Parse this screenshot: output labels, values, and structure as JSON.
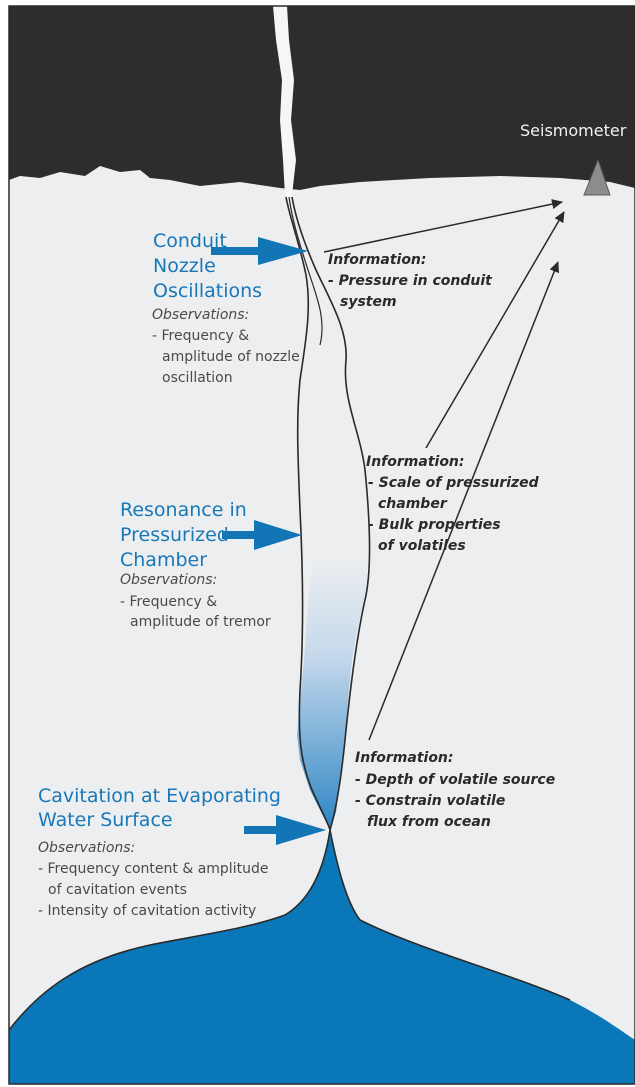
{
  "seismometer_label": "Seismometer",
  "colors": {
    "sky": "#2f2c2e",
    "ground": "#eceef0",
    "water": "#0a78b8",
    "water_light": "#dfe8f2",
    "heading": "#1878b8",
    "arrow": "#1275b5",
    "outline": "#2a2a2a"
  },
  "sources": [
    {
      "heading_lines": [
        "Conduit",
        "Nozzle",
        "Oscillations"
      ],
      "observations_title": "Observations:",
      "observations_lines": [
        "- Frequency &",
        "amplitude of nozzle",
        "oscillation"
      ]
    },
    {
      "heading_lines": [
        "Resonance in",
        "Pressurized",
        "Chamber"
      ],
      "observations_title": "Observations:",
      "observations_lines": [
        "- Frequency &",
        "amplitude of tremor"
      ]
    },
    {
      "heading_lines": [
        "Cavitation at Evaporating",
        "Water Surface"
      ],
      "observations_title": "Observations:",
      "observations_lines": [
        "- Frequency content & amplitude",
        "of cavitation events",
        "- Intensity of cavitation activity"
      ]
    }
  ],
  "information": [
    {
      "title": "Information:",
      "lines": [
        "- Pressure in conduit",
        "system"
      ]
    },
    {
      "title": "Information:",
      "lines": [
        "- Scale of pressurized",
        "chamber",
        "- Bulk properties",
        "of volatiles"
      ]
    },
    {
      "title": "Information:",
      "lines": [
        "- Depth of volatile source",
        "- Constrain volatile",
        "flux from ocean"
      ]
    }
  ]
}
